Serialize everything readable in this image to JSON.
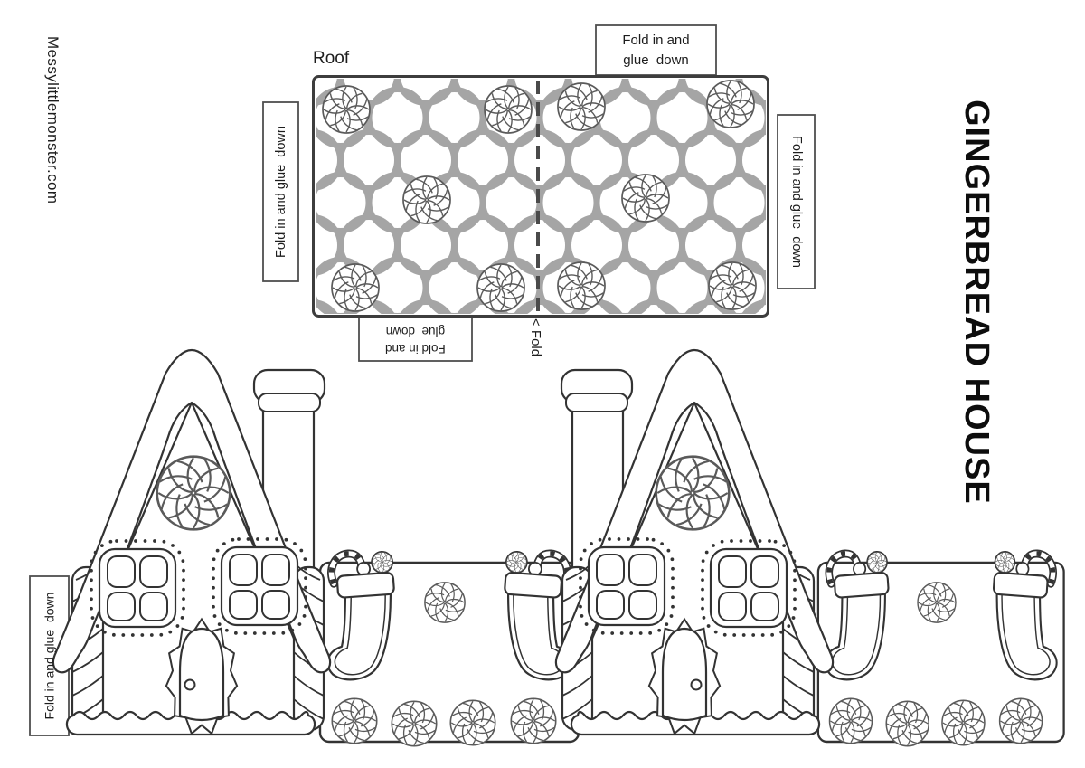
{
  "page": {
    "watermark": "Messylittlemonster.com",
    "title": "GINGERBREAD HOUSE"
  },
  "roof_piece": {
    "label": "Roof",
    "fold_marker": "< Fold",
    "tab_top": {
      "line1": "Fold in and",
      "line2": "glue  down"
    },
    "tab_left": "Fold in and glue  down",
    "tab_right": "Fold in and glue  down",
    "tab_bottom": {
      "line1": "Fold in and",
      "line2": "glue  down"
    }
  },
  "house_piece": {
    "tab_left": "Fold in and glue  down"
  },
  "colors": {
    "line": "#333333",
    "scale_gray": "#a5a5a5",
    "candy_line": "#5a5a5a",
    "tab_border": "#4f4f4f"
  }
}
